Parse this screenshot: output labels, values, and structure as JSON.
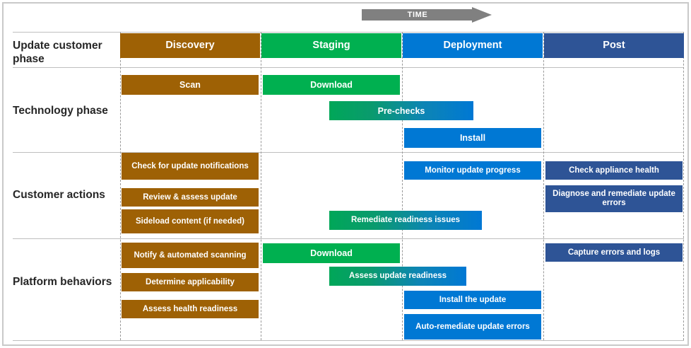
{
  "diagram": {
    "time_axis": {
      "label": "TIME",
      "color": "#808080"
    },
    "colors": {
      "discovery": "#9E6105",
      "staging": "#00B050",
      "deployment": "#0078D4",
      "post": "#2E5496",
      "gradient_green_blue": "linear-gradient(90deg,#00A758 0%,#0A9A6E 28%,#0D85B4 62%,#0078D4 100%)",
      "grid": "#bfbfbf",
      "dashed_grid": "#9a9a9a",
      "text_dark": "#262626"
    },
    "row_labels": [
      {
        "id": "update-customer-phase",
        "text": "Update customer phase"
      },
      {
        "id": "technology-phase",
        "text": "Technology phase"
      },
      {
        "id": "customer-actions",
        "text": "Customer actions"
      },
      {
        "id": "platform-behaviors",
        "text": "Platform behaviors"
      }
    ],
    "phase_headers": [
      {
        "id": "discovery",
        "label": "Discovery",
        "color": "#9E6105"
      },
      {
        "id": "staging",
        "label": "Staging",
        "color": "#00B050"
      },
      {
        "id": "deployment",
        "label": "Deployment",
        "color": "#0078D4"
      },
      {
        "id": "post",
        "label": "Post",
        "color": "#2E5496"
      }
    ],
    "technology_phase_bars": [
      {
        "id": "scan",
        "label": "Scan",
        "color": "#9E6105"
      },
      {
        "id": "download",
        "label": "Download",
        "color": "#00B050"
      },
      {
        "id": "pre-checks",
        "label": "Pre-checks",
        "color": "gradient"
      },
      {
        "id": "install",
        "label": "Install",
        "color": "#0078D4"
      }
    ],
    "customer_action_bars": [
      {
        "id": "check-for-update-notifications",
        "label": "Check for update notifications",
        "color": "#9E6105"
      },
      {
        "id": "review-assess-update",
        "label": "Review & assess update",
        "color": "#9E6105"
      },
      {
        "id": "sideload-content",
        "label": "Sideload content (if needed)",
        "color": "#9E6105"
      },
      {
        "id": "remediate-readiness-issues",
        "label": "Remediate readiness issues",
        "color": "gradient"
      },
      {
        "id": "monitor-update-progress",
        "label": "Monitor update progress",
        "color": "#0078D4"
      },
      {
        "id": "check-appliance-health",
        "label": "Check appliance health",
        "color": "#2E5496"
      },
      {
        "id": "diagnose-and-remediate-update-errors",
        "label": "Diagnose and remediate update errors",
        "color": "#2E5496"
      }
    ],
    "platform_behavior_bars": [
      {
        "id": "notify-automated-scanning",
        "label": "Notify & automated scanning",
        "color": "#9E6105"
      },
      {
        "id": "determine-applicability",
        "label": "Determine applicability",
        "color": "#9E6105"
      },
      {
        "id": "assess-health-readiness",
        "label": "Assess health readiness",
        "color": "#9E6105"
      },
      {
        "id": "platform-download",
        "label": "Download",
        "color": "#00B050"
      },
      {
        "id": "assess-update-readiness",
        "label": "Assess update readiness",
        "color": "gradient"
      },
      {
        "id": "install-the-update",
        "label": "Install  the update",
        "color": "#0078D4"
      },
      {
        "id": "auto-remediate-update-errors",
        "label": "Auto-remediate update errors",
        "color": "#0078D4"
      },
      {
        "id": "capture-errors-and-logs",
        "label": "Capture errors and logs",
        "color": "#2E5496"
      }
    ]
  }
}
